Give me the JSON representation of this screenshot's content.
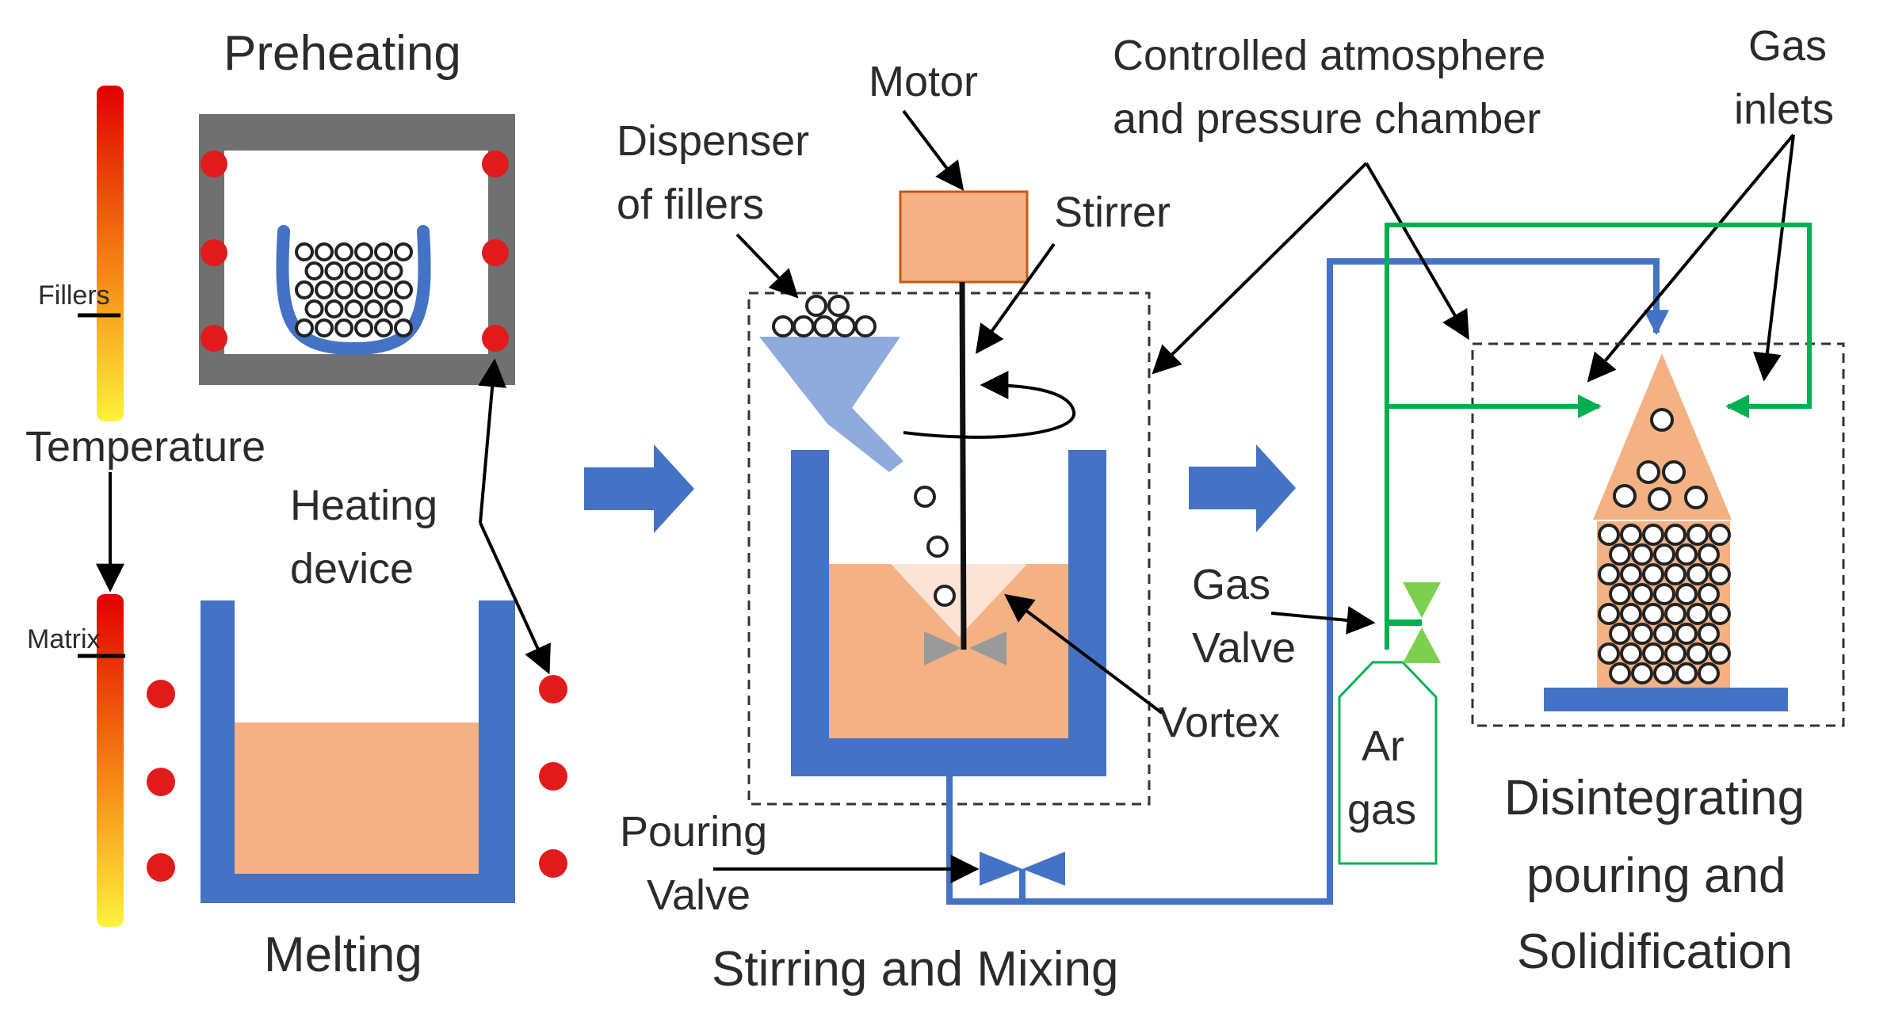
{
  "colors": {
    "blue": "#4472C4",
    "light_blue": "#8FAADC",
    "melt": "#F4B183",
    "melt_light": "#FBE3D6",
    "heater_red": "#E11B1B",
    "furnace_gray": "#707070",
    "green": "#00B050",
    "valve_green": "#7BD14E",
    "propeller_gray": "#9A9A9A"
  },
  "labels": {
    "preheating": "Preheating",
    "fillers": "Fillers",
    "temperature": "Temperature",
    "matrix": "Matrix",
    "heating_device": [
      "Heating",
      "device"
    ],
    "melting": "Melting",
    "motor": "Motor",
    "dispenser": [
      "Dispenser",
      "of fillers"
    ],
    "stirrer": "Stirrer",
    "vortex": "Vortex",
    "pouring_valve": [
      "Pouring",
      "Valve"
    ],
    "stirring_mixing": "Stirring and Mixing",
    "controlled_atmosphere": [
      "Controlled atmosphere",
      "and pressure chamber"
    ],
    "gas_inlets": [
      "Gas",
      "inlets"
    ],
    "gas_valve": [
      "Gas",
      "Valve"
    ],
    "ar_gas": [
      "Ar",
      "gas"
    ],
    "disintegrating": [
      "Disintegrating",
      "pouring and",
      "Solidification"
    ]
  }
}
